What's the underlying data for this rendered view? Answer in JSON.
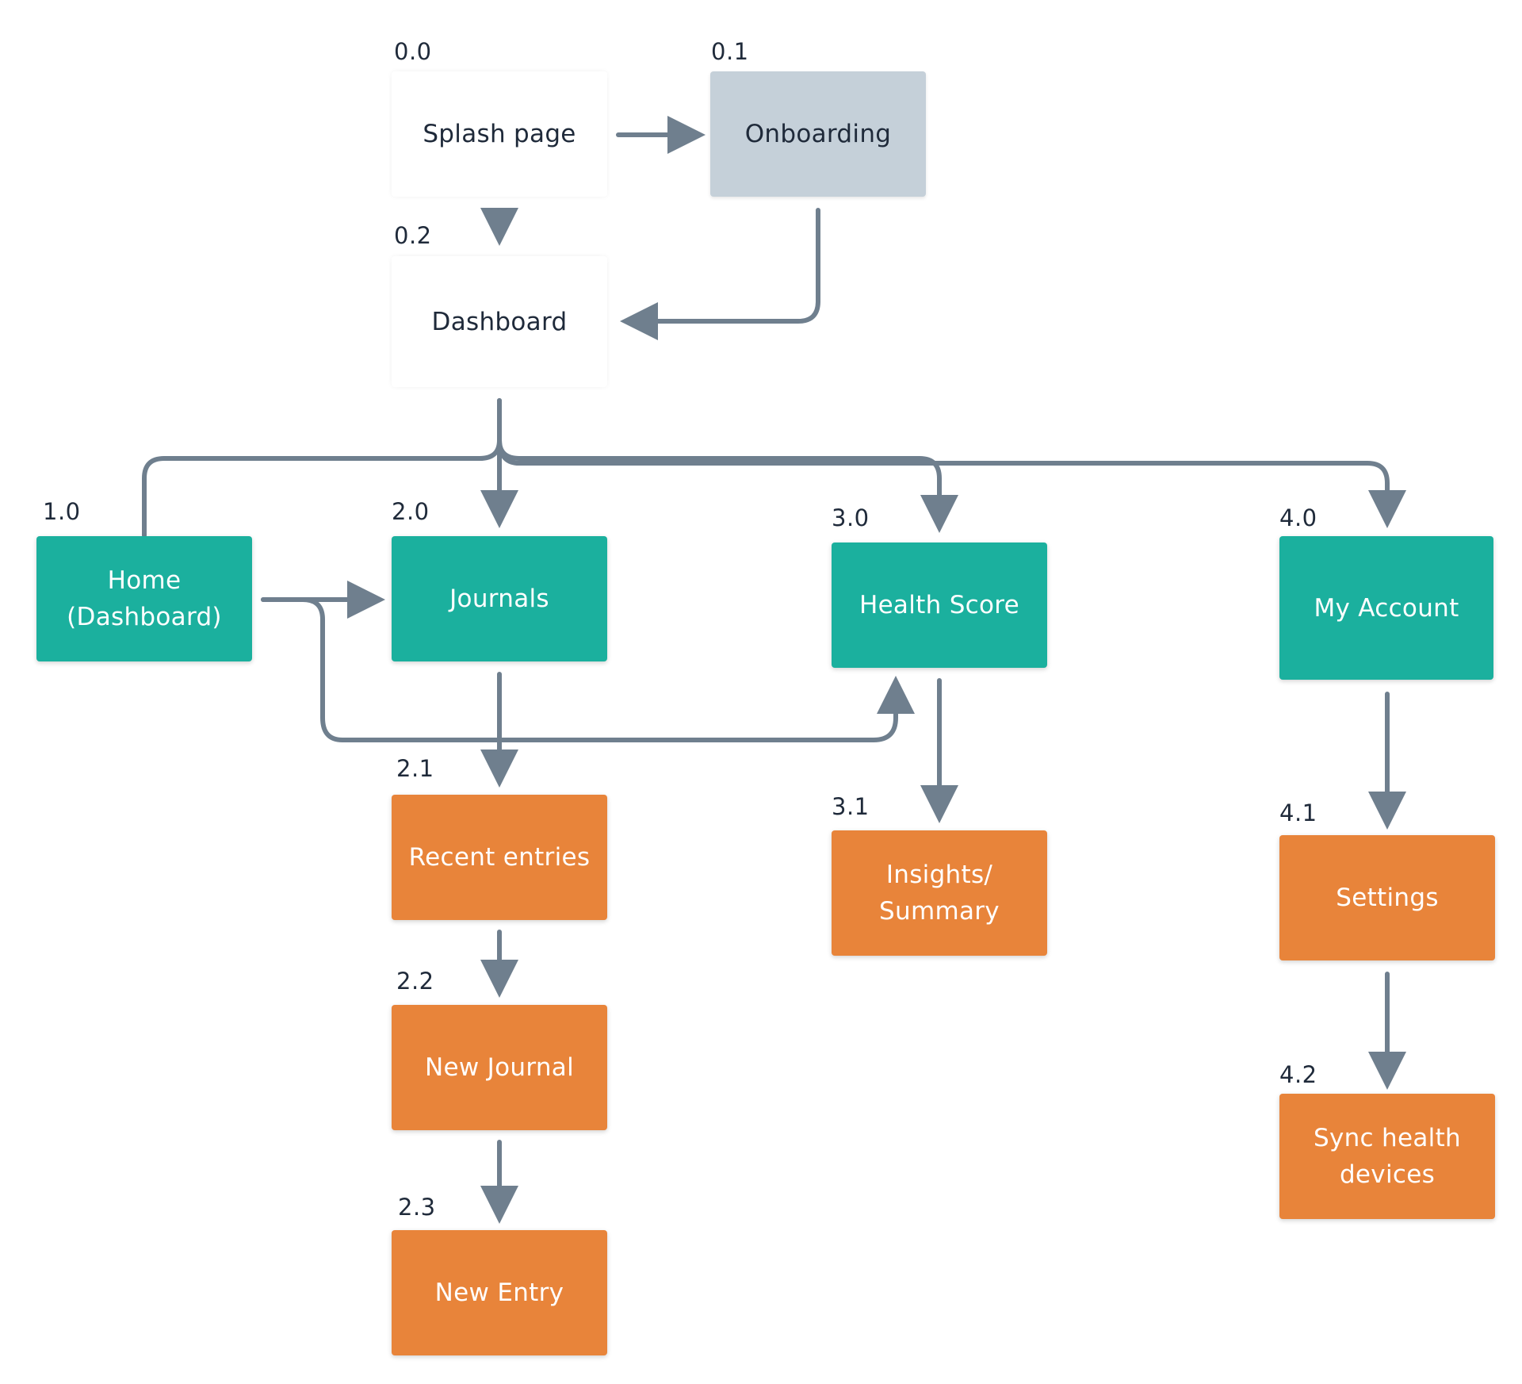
{
  "colors": {
    "teal": "#1bb09e",
    "orange": "#e8843a",
    "grey": "#c5d0d9",
    "connector": "#6f7f8e",
    "text_dark": "#1f2a3a"
  },
  "nodes": {
    "splash": {
      "id": "0.0",
      "label": "Splash page"
    },
    "onboarding": {
      "id": "0.1",
      "label": "Onboarding"
    },
    "dashboard": {
      "id": "0.2",
      "label": "Dashboard"
    },
    "home": {
      "id": "1.0",
      "label": "Home\n(Dashboard)"
    },
    "journals": {
      "id": "2.0",
      "label": "Journals"
    },
    "recent_entries": {
      "id": "2.1",
      "label": "Recent entries"
    },
    "new_journal": {
      "id": "2.2",
      "label": "New Journal"
    },
    "new_entry": {
      "id": "2.3",
      "label": "New Entry"
    },
    "health_score": {
      "id": "3.0",
      "label": "Health Score"
    },
    "insights": {
      "id": "3.1",
      "label": "Insights/\nSummary"
    },
    "my_account": {
      "id": "4.0",
      "label": "My Account"
    },
    "settings": {
      "id": "4.1",
      "label": "Settings"
    },
    "sync": {
      "id": "4.2",
      "label": "Sync health\ndevices"
    }
  },
  "edges": [
    [
      "splash",
      "onboarding"
    ],
    [
      "splash",
      "dashboard"
    ],
    [
      "onboarding",
      "dashboard"
    ],
    [
      "dashboard",
      "home"
    ],
    [
      "dashboard",
      "journals"
    ],
    [
      "dashboard",
      "health_score"
    ],
    [
      "dashboard",
      "my_account"
    ],
    [
      "home",
      "journals"
    ],
    [
      "home",
      "health_score"
    ],
    [
      "journals",
      "recent_entries"
    ],
    [
      "recent_entries",
      "new_journal"
    ],
    [
      "new_journal",
      "new_entry"
    ],
    [
      "health_score",
      "insights"
    ],
    [
      "my_account",
      "settings"
    ],
    [
      "settings",
      "sync"
    ]
  ]
}
